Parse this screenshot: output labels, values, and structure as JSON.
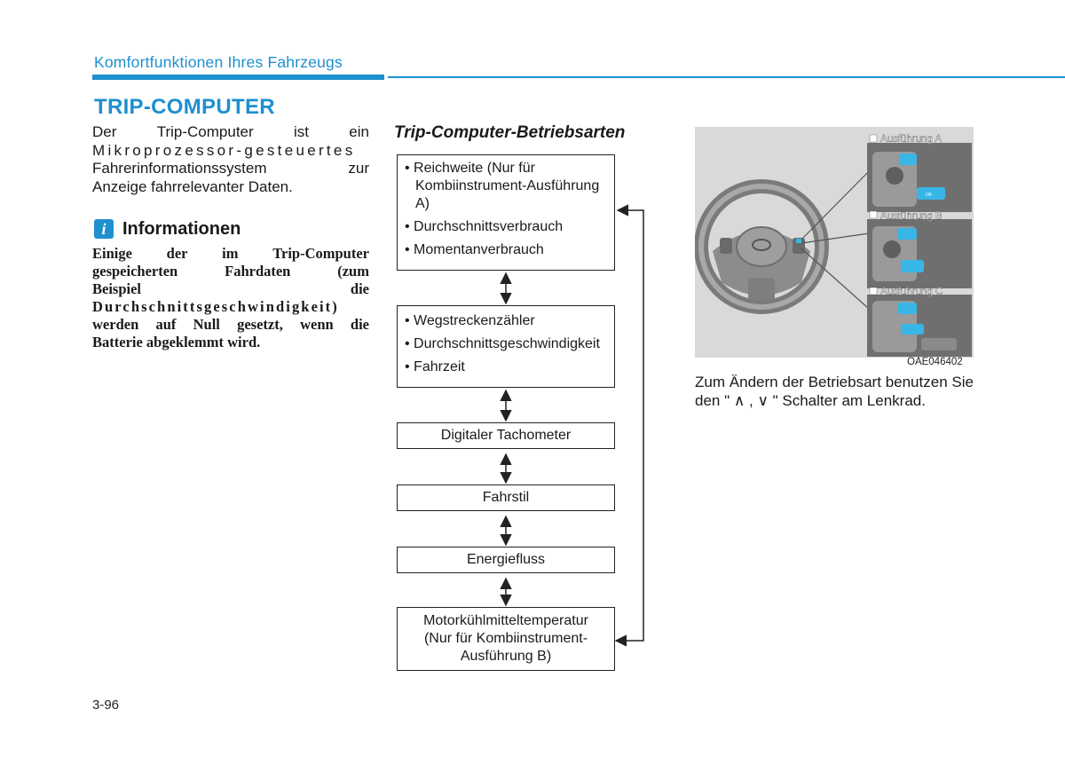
{
  "header": {
    "chapter_title": "Komfortfunktionen Ihres Fahrzeugs",
    "accent_color": "#1e8fcf"
  },
  "section": {
    "title": "TRIP-COMPUTER"
  },
  "intro": {
    "lines": [
      [
        "Der",
        "Trip-Computer",
        "ist",
        "ein"
      ],
      "Mikroprozessor-gesteuertes",
      [
        "Fahrerinformationssystem",
        "zur"
      ],
      "Anzeige fahrrelevanter Daten."
    ]
  },
  "info": {
    "icon": "info-icon",
    "icon_glyph": "i",
    "heading": "Informationen",
    "lines": [
      [
        "Einige",
        "der",
        "im",
        "Trip-Computer"
      ],
      [
        "gespeicherten",
        "Fahrdaten",
        "(zum"
      ],
      [
        "Beispiel",
        "die"
      ],
      [
        "Durchschnittsgeschwindigkeit)"
      ],
      [
        "werden",
        "auf",
        "Null",
        "gesetzt,",
        "wenn",
        "die"
      ],
      "Batterie abgeklemmt wird."
    ]
  },
  "diagram": {
    "title": "Trip-Computer-Betriebsarten",
    "box1_items": [
      "Reichweite (Nur für Kombiinstrument-Ausführung A)",
      "Durchschnittsverbrauch",
      "Momentanverbrauch"
    ],
    "box2_items": [
      "Wegstreckenzähler",
      "Durchschnittsgeschwindigkeit",
      "Fahrzeit"
    ],
    "box3": "Digitaler Tachometer",
    "box4": "Fahrstil",
    "box5": "Energiefluss",
    "box6_lines": [
      "Motorkühlmitteltemperatur",
      "(Nur für Kombiinstrument-",
      "Ausführung B)"
    ]
  },
  "figure": {
    "variant_labels": [
      "Ausführung A",
      "Ausführung B",
      "Ausführung C"
    ],
    "button_label": "OK",
    "code": "OAE046402",
    "note": "Zum Ändern der Betriebsart benutzen Sie den \" ∧ , ∨ \" Schalter am Lenkrad."
  },
  "footer": {
    "page_number": "3-96"
  }
}
